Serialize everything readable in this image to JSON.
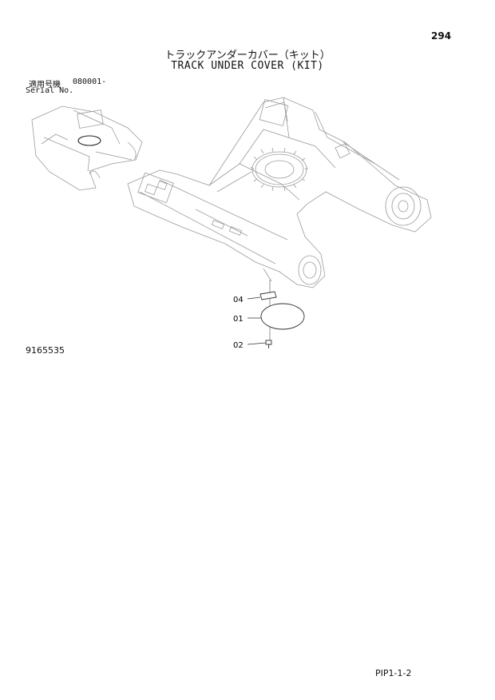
{
  "page_number": "294",
  "title_jp": "トラックアンダーカバー（キット）",
  "title_en": "TRACK UNDER COVER (KIT)",
  "serial": {
    "label_jp": "適用号機",
    "value": "080001-",
    "label_en": "Serial No."
  },
  "callouts": [
    "04",
    "01",
    "02"
  ],
  "figure_number": "9165535",
  "footer_code": "PIP1-1-2",
  "colors": {
    "ink": "#111111",
    "dim": "#9a9a9a"
  }
}
